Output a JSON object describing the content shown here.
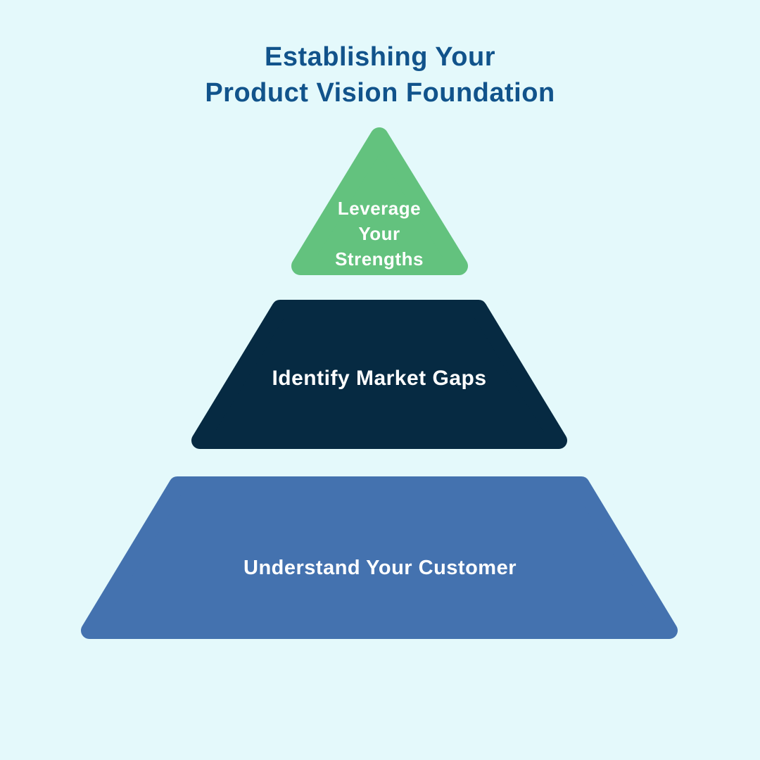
{
  "title": "Establishing Your\nProduct Vision Foundation",
  "colors": {
    "background": "#e4f9fb",
    "title_text": "#11538b",
    "label_text": "#ffffff",
    "level_top": "#63c27e",
    "level_middle": "#062a42",
    "level_bottom": "#4472af"
  },
  "pyramid": {
    "levels": [
      {
        "name": "top",
        "label": "Leverage\nYour\nStrengths",
        "color": "#63c27e"
      },
      {
        "name": "middle",
        "label": "Identify Market Gaps",
        "color": "#062a42"
      },
      {
        "name": "bottom",
        "label": "Understand Your Customer",
        "color": "#4472af"
      }
    ]
  }
}
